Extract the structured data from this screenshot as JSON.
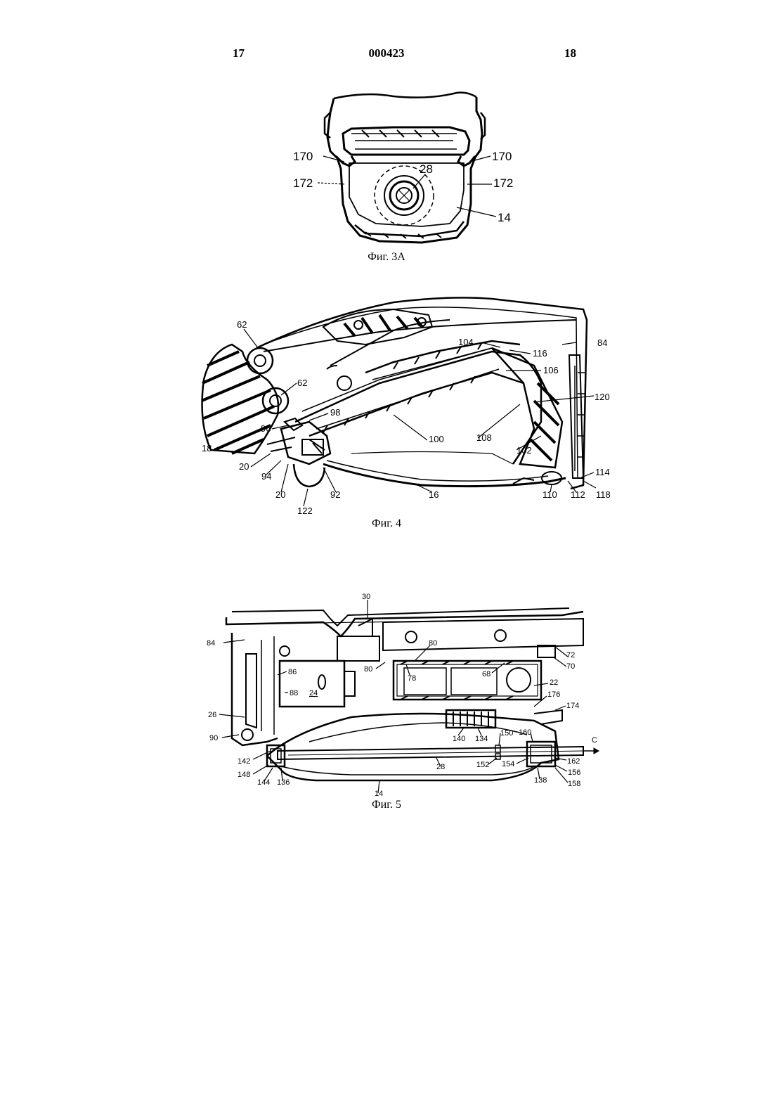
{
  "header": {
    "page_left": "17",
    "doc_number": "000423",
    "page_right": "18"
  },
  "fig3a": {
    "caption": "Фиг. 3A",
    "labels": [
      "170",
      "170",
      "28",
      "172",
      "172",
      "14"
    ]
  },
  "fig4": {
    "caption": "Фиг. 4",
    "labels": [
      "62",
      "104",
      "116",
      "84",
      "106",
      "62",
      "120",
      "98",
      "96",
      "100",
      "108",
      "102",
      "18",
      "20",
      "94",
      "20",
      "92",
      "16",
      "110",
      "112",
      "114",
      "118",
      "122"
    ]
  },
  "fig5": {
    "caption": "Фиг. 5",
    "labels": [
      "30",
      "84",
      "80",
      "72",
      "70",
      "80",
      "78",
      "68",
      "86",
      "22",
      "88",
      "24",
      "176",
      "174",
      "26",
      "90",
      "140",
      "134",
      "150",
      "160",
      "C",
      "142",
      "28",
      "152",
      "154",
      "162",
      "148",
      "156",
      "144",
      "136",
      "138",
      "158",
      "14"
    ]
  }
}
